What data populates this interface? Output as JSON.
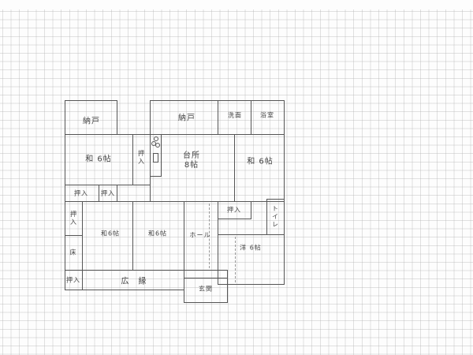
{
  "plan": {
    "type": "hand-drawn floor plan on graph paper",
    "rooms": {
      "storage_left": {
        "label": "納戸"
      },
      "storage_center": {
        "label": "納戸"
      },
      "washroom": {
        "label": "洗面"
      },
      "bath": {
        "label": "浴室"
      },
      "washitsu_nw": {
        "label": "和 6帖"
      },
      "closet_kitchen": {
        "label": "押入"
      },
      "kitchen_dining": {
        "label": "台所",
        "sub": "8帖"
      },
      "washitsu_ne": {
        "label": "和 6帖"
      },
      "closet_row_1": {
        "label": "押入"
      },
      "closet_row_2": {
        "label": "押入"
      },
      "closet_vertical": {
        "label": "押入"
      },
      "tokonoma": {
        "label": "床"
      },
      "washitsu_sw": {
        "label": "和6帖"
      },
      "washitsu_center": {
        "label": "和6帖"
      },
      "hall": {
        "label": "ホール"
      },
      "closet_hall": {
        "label": "押入"
      },
      "toilet": {
        "label": "トイレ"
      },
      "western_room": {
        "label": "洋 6帖"
      },
      "closet_veranda": {
        "label": "押入"
      },
      "veranda": {
        "label": "広　縁"
      },
      "entrance": {
        "label": "玄関"
      }
    },
    "colors": {
      "wall": "#555555",
      "text": "#444444",
      "grid": "#aaaaaa",
      "paper": "#fdfdfd"
    }
  }
}
